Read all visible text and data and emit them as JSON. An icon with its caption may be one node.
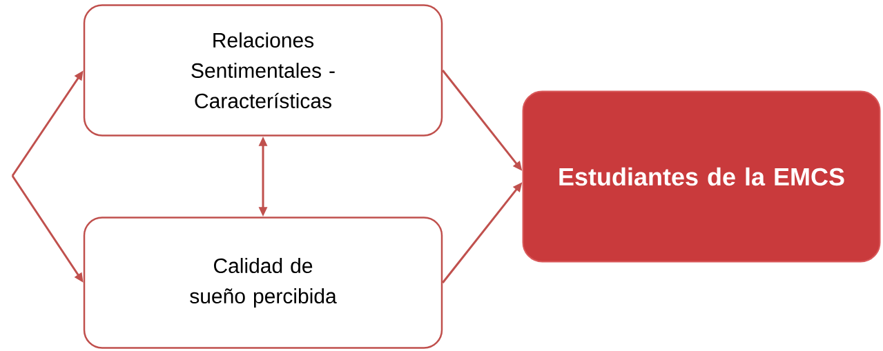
{
  "diagram": {
    "nodes": [
      {
        "text": [
          "Relaciones Sentimentales - Características"
        ]
      },
      {
        "text": [
          "Calidad de sueño percibida"
        ]
      },
      {
        "text": [
          "Estudiantes de la EMCS"
        ]
      }
    ],
    "edges": [
      {
        "from": null,
        "to": 0,
        "arrow": "to"
      },
      {
        "from": null,
        "to": 1,
        "arrow": "to"
      },
      {
        "from": 0,
        "to": 1,
        "arrow": "both"
      },
      {
        "from": 0,
        "to": 2,
        "arrow": "to"
      },
      {
        "from": 1,
        "to": 2,
        "arrow": "to"
      }
    ]
  }
}
